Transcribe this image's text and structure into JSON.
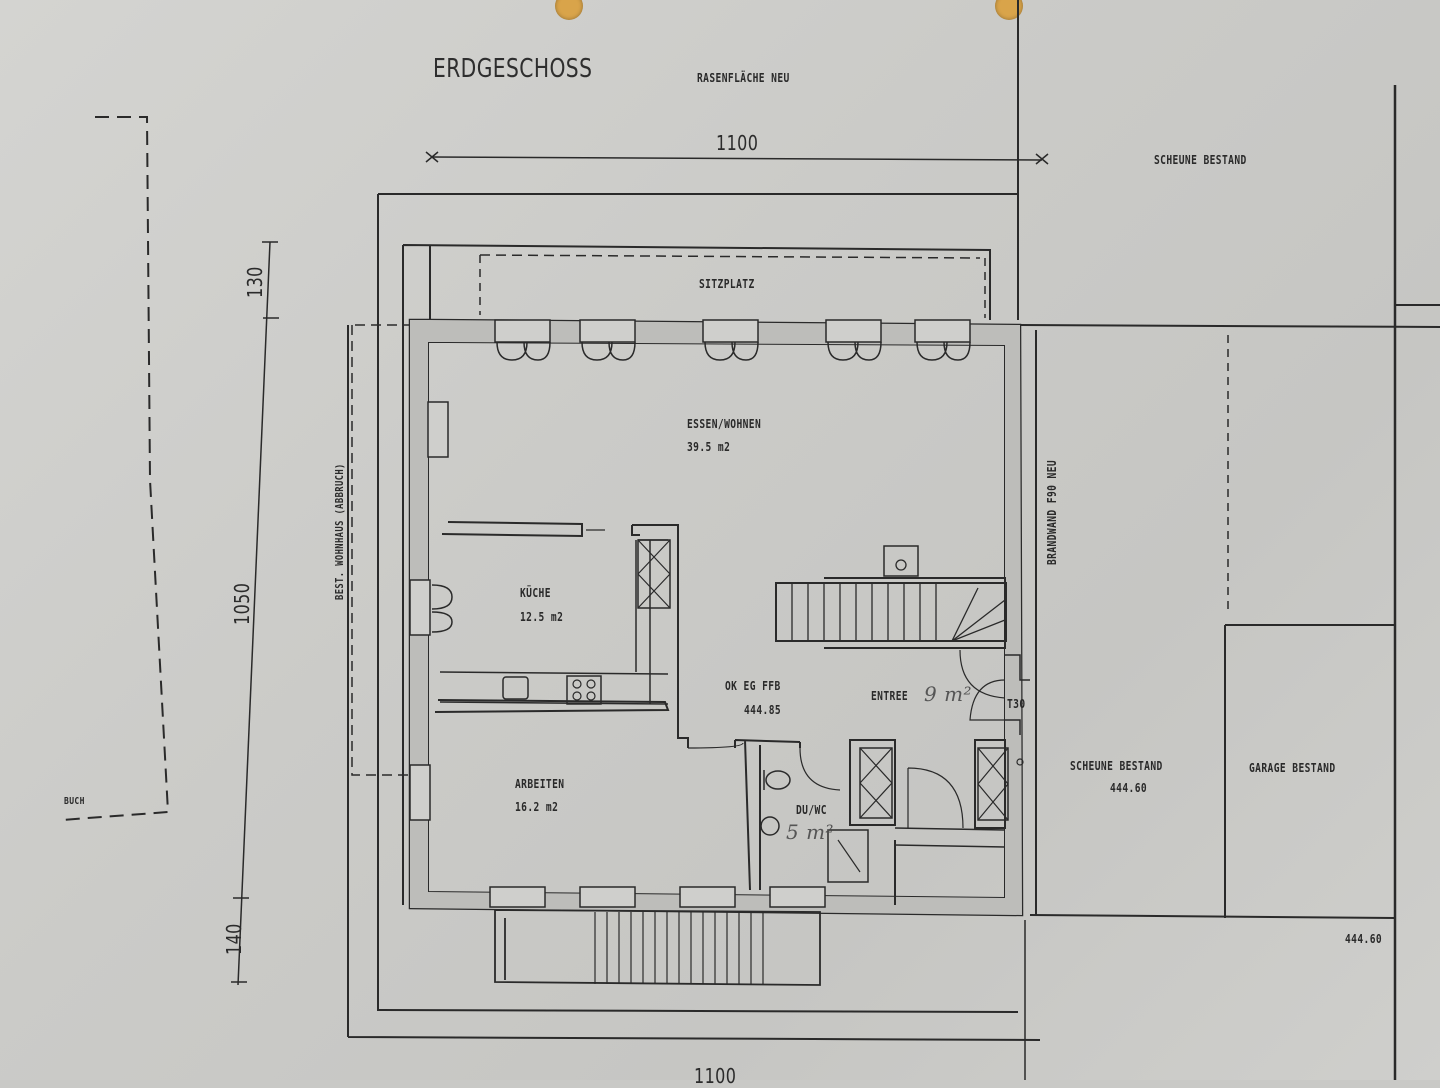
{
  "drawing": {
    "title": "ERDGESCHOSS",
    "lawn_note": "RASENFLÄCHE NEU",
    "dimensions": {
      "top_width": "1100",
      "bottom_width": "1100",
      "left_top": "130",
      "left_middle": "1050",
      "left_bottom": "140"
    },
    "rooms": {
      "sitzplatz": {
        "name": "SITZPLATZ"
      },
      "essen_wohnen": {
        "name": "ESSEN/WOHNEN",
        "area": "39.5  m2"
      },
      "kueche": {
        "name": "KÜCHE",
        "area": "12.5  m2"
      },
      "arbeiten": {
        "name": "ARBEITEN",
        "area": "16.2  m2"
      },
      "entree": {
        "name": "ENTREE",
        "area_handwritten": "9 m²"
      },
      "du_wc": {
        "name": "DU/WC",
        "area_handwritten": "5 m²"
      }
    },
    "level_marker": {
      "label": "OK  EG  FFB",
      "value": "444.85"
    },
    "door_rating": "T30",
    "side_labels": {
      "left_existing": "BEST. WOHNHAUS (ABBRUCH)",
      "firewall": "BRANDWAND F90 NEU",
      "buch": "BUCH"
    },
    "neighbors": {
      "scheune_top": "SCHEUNE  BESTAND",
      "scheune": {
        "name": "SCHEUNE  BESTAND",
        "level": "444.60"
      },
      "garage": {
        "name": "GARAGE  BESTAND"
      },
      "ground_level": "444.60"
    },
    "colors": {
      "paper": "#cbcbc8",
      "ink": "#2a2a2a",
      "punch_hole": "#d9a44a"
    }
  }
}
